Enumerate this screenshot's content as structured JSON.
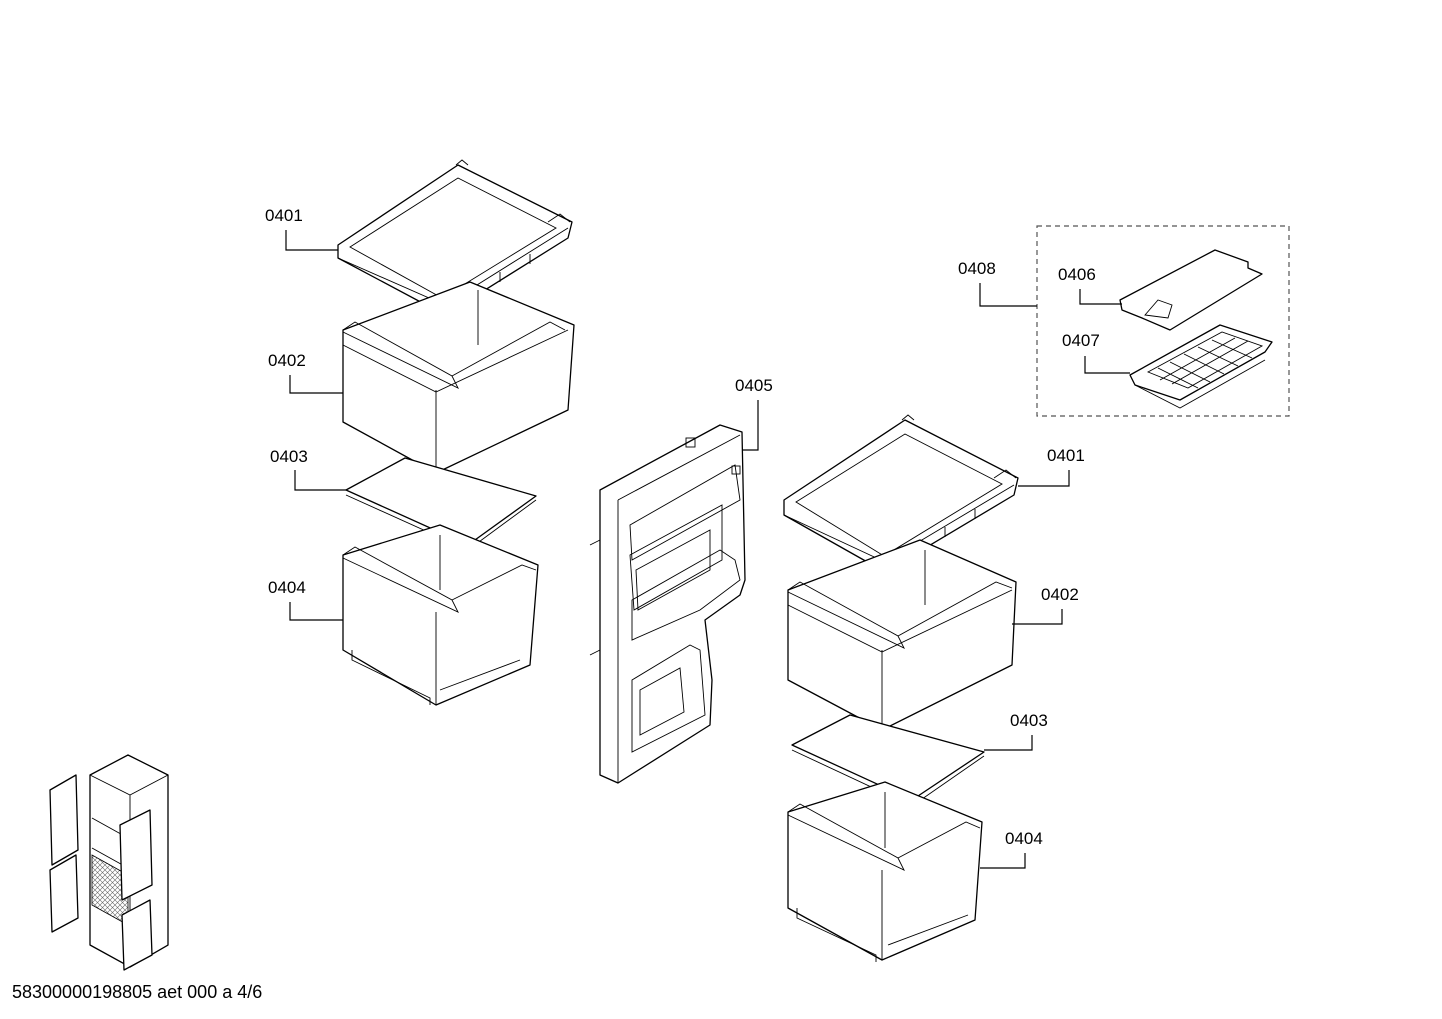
{
  "callouts": {
    "l_0401": "0401",
    "l_0402": "0402",
    "l_0403": "0403",
    "l_0404": "0404",
    "c_0405": "0405",
    "r_0401": "0401",
    "r_0402": "0402",
    "r_0403": "0403",
    "r_0404": "0404",
    "g_0408": "0408",
    "g_0406": "0406",
    "g_0407": "0407"
  },
  "footer": "58300000198805 aet 000 a 4/6"
}
